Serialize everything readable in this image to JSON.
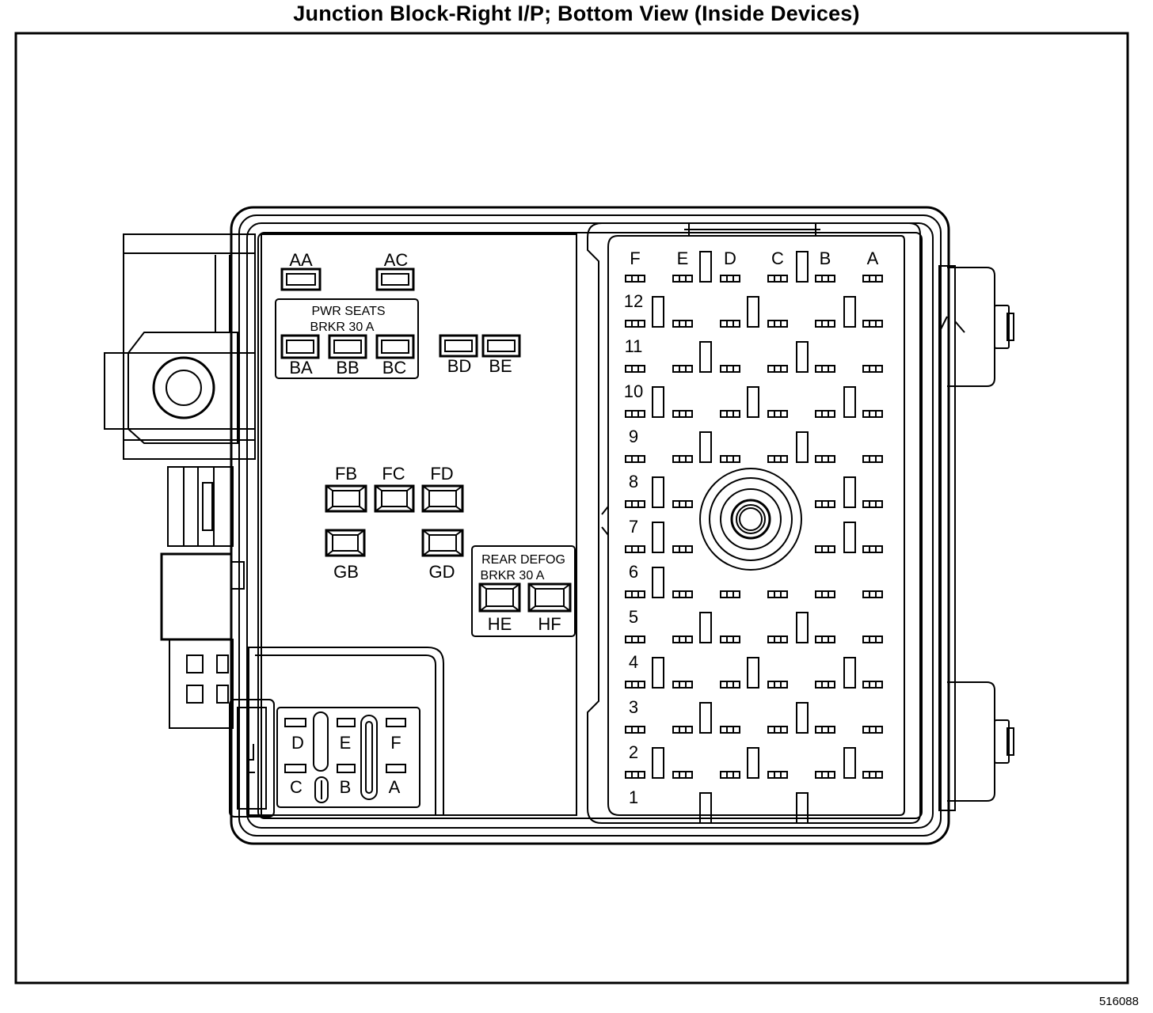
{
  "title": "Junction Block-Right I/P; Bottom View (Inside Devices)",
  "reference": "516088",
  "fuses": {
    "top": [
      "AA",
      "AC"
    ],
    "pwr_seats_label_1": "PWR SEATS",
    "pwr_seats_label_2": "BRKR 30 A",
    "pwr_seats": [
      "BA",
      "BB",
      "BC"
    ],
    "right": [
      "BD",
      "BE"
    ],
    "mid": [
      "FB",
      "FC",
      "FD"
    ],
    "lower": [
      "GB",
      "GD"
    ],
    "rear_defog_label_1": "REAR DEFOG",
    "rear_defog_label_2": "BRKR 30 A",
    "rear_defog": [
      "HE",
      "HF"
    ]
  },
  "relay_grid": {
    "columns": [
      "F",
      "E",
      "D",
      "C",
      "B",
      "A"
    ],
    "rows": [
      "12",
      "11",
      "10",
      "9",
      "8",
      "7",
      "6",
      "5",
      "4",
      "3",
      "2",
      "1"
    ]
  },
  "small_connector": {
    "top_labels": [
      "D",
      "E",
      "F"
    ],
    "bottom_labels": [
      "C",
      "B",
      "A"
    ]
  }
}
